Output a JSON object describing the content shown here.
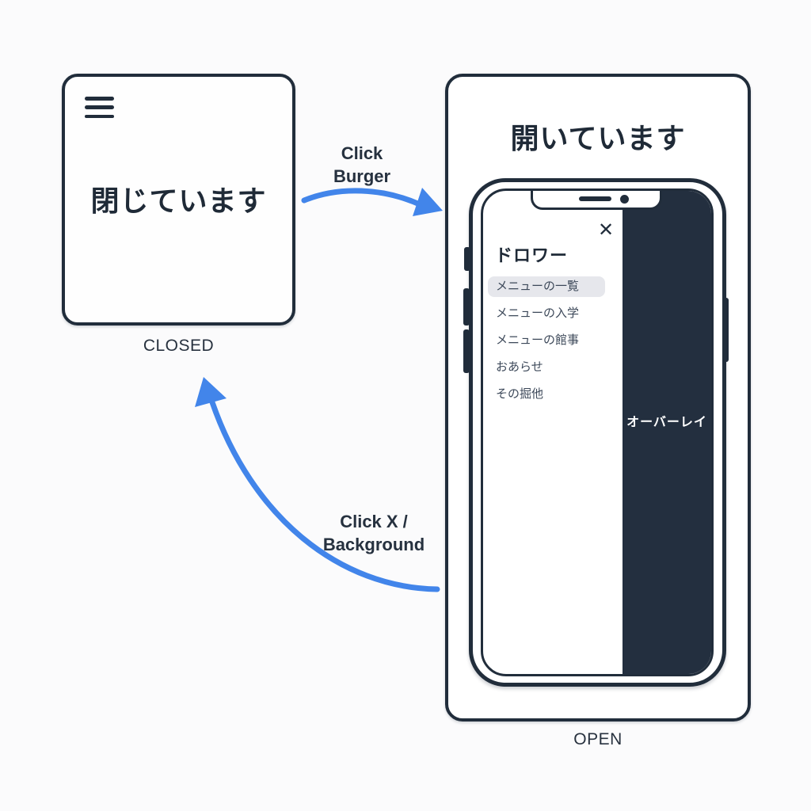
{
  "closed": {
    "state_text": "閉じています",
    "caption": "CLOSED"
  },
  "open": {
    "title": "開いています",
    "caption": "OPEN"
  },
  "drawer": {
    "close_icon": "✕",
    "title": "ドロワー",
    "items": [
      "メニューの一覧",
      "メニューの入学",
      "メニューの館事",
      "おあらせ",
      "その掘他"
    ],
    "highlighted_index": 0,
    "overlay_label": "オーバーレイ"
  },
  "arrows": {
    "open_line1": "Click",
    "open_line2": "Burger",
    "close_line1": "Click X /",
    "close_line2": "Background"
  },
  "icons": {
    "hamburger": "hamburger-icon",
    "close": "close-icon",
    "speaker": "phone-speaker",
    "camera": "phone-camera"
  },
  "colors": {
    "ink": "#212d3b",
    "arrow_blue": "#4285ea",
    "overlay_bg": "#232f3f",
    "highlight_bg": "#e6e7ec"
  }
}
